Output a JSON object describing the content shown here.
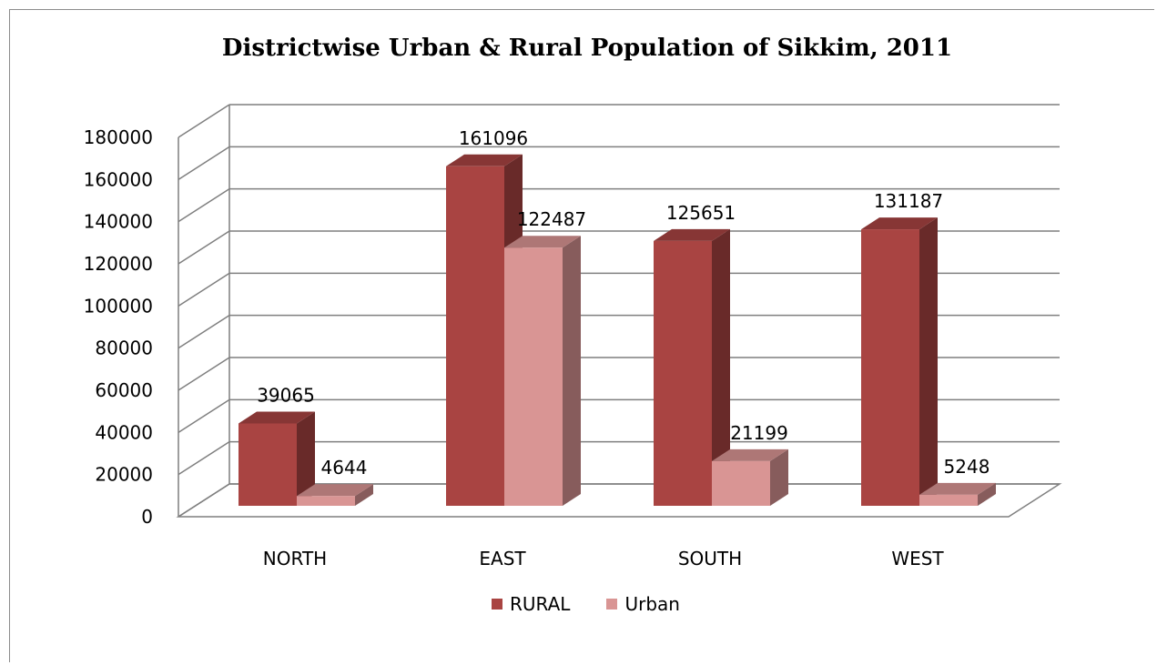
{
  "chart_data": {
    "type": "bar",
    "title": "Districtwise Urban & Rural Population of Sikkim, 2011",
    "categories": [
      "NORTH",
      "EAST",
      "SOUTH",
      "WEST"
    ],
    "series": [
      {
        "name": "RURAL",
        "values": [
          39065,
          161096,
          125651,
          131187
        ],
        "color": "#a94442"
      },
      {
        "name": "Urban",
        "values": [
          4644,
          122487,
          21199,
          5248
        ],
        "color": "#d99594"
      }
    ],
    "yticks": [
      "0",
      "20000",
      "40000",
      "60000",
      "80000",
      "100000",
      "120000",
      "140000",
      "160000",
      "180000"
    ],
    "ylim": [
      0,
      180000
    ],
    "grid": true,
    "legend": "bottom"
  }
}
